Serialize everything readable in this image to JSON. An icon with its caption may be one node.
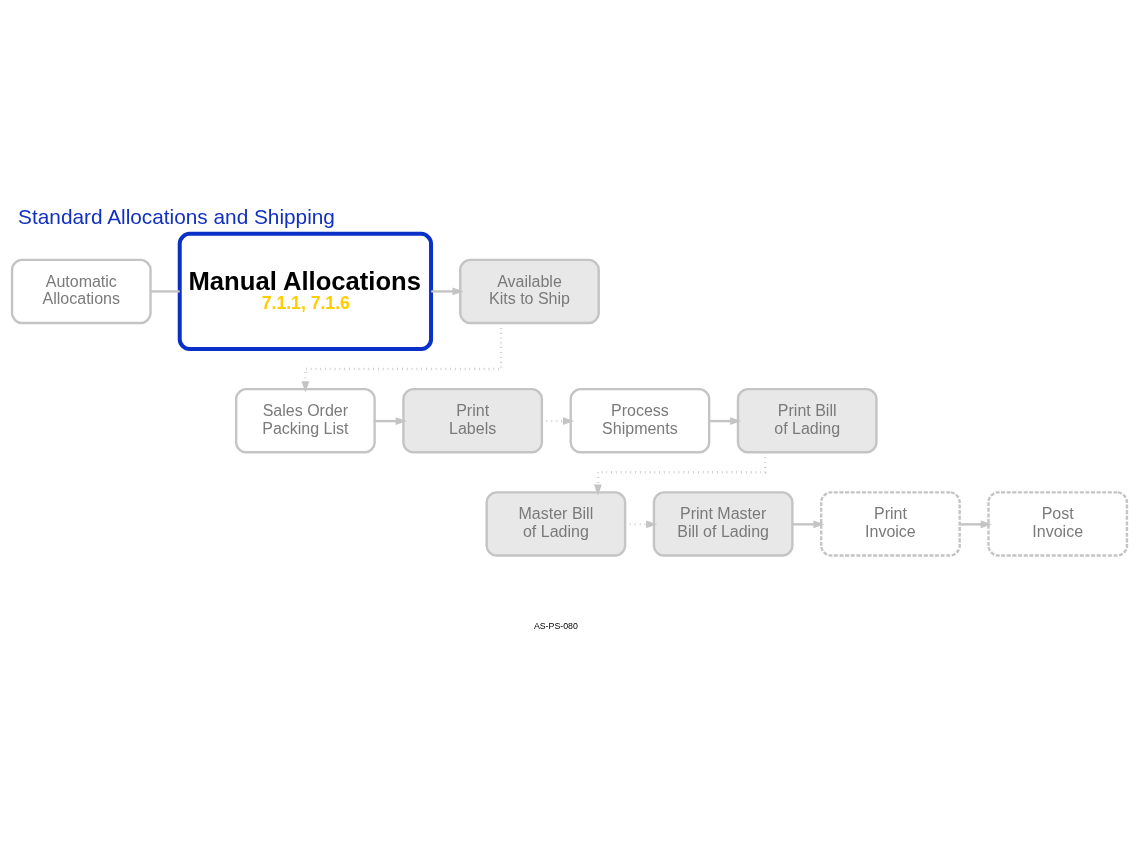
{
  "diagram": {
    "title": "Standard Allocations and Shipping",
    "nodes": [
      {
        "text": [
          "Automatic Allocations"
        ]
      },
      {
        "text": [
          "Manual Allocations",
          "7.1.1, 7.1.6"
        ]
      },
      {
        "text": [
          "Available Kits to Ship"
        ]
      },
      {
        "text": [
          "Sales Order Packing List"
        ]
      },
      {
        "text": [
          "Print Labels"
        ]
      },
      {
        "text": [
          "Process Shipments"
        ]
      },
      {
        "text": [
          "Print Bill of Lading"
        ]
      },
      {
        "text": [
          "Master Bill of Lading"
        ]
      },
      {
        "text": [
          "Print Master Bill of Lading"
        ]
      },
      {
        "text": [
          "Print Invoice"
        ]
      },
      {
        "text": [
          "Post Invoice"
        ]
      }
    ],
    "edges": [
      {
        "from": 0,
        "to": 1,
        "arrow": "none"
      },
      {
        "from": 1,
        "to": 2,
        "arrow": "to"
      },
      {
        "from": 2,
        "to": 3,
        "arrow": "to",
        "style": "dashed"
      },
      {
        "from": 3,
        "to": 4,
        "arrow": "to"
      },
      {
        "from": 4,
        "to": 5,
        "arrow": "to",
        "style": "dashed"
      },
      {
        "from": 5,
        "to": 6,
        "arrow": "to"
      },
      {
        "from": 6,
        "to": 7,
        "arrow": "to",
        "style": "dashed"
      },
      {
        "from": 7,
        "to": 8,
        "arrow": "to",
        "style": "dashed"
      },
      {
        "from": 8,
        "to": 9,
        "arrow": "to"
      },
      {
        "from": 9,
        "to": 10,
        "arrow": "to"
      }
    ],
    "labels": [
      "AS-PS-080"
    ]
  }
}
